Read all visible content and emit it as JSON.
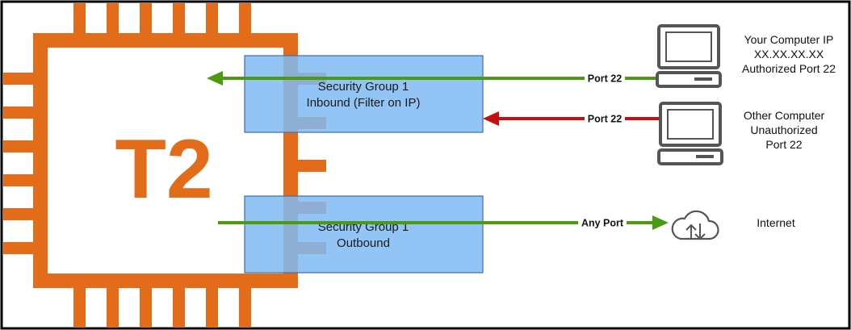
{
  "colors": {
    "chip": "#e36c1a",
    "security_group_fill": "#7fbaf5",
    "security_group_stroke": "#3d6fa6",
    "allowed_arrow": "#4c9a12",
    "blocked_arrow": "#c80e0e",
    "device": "#555555",
    "frame": "#000000"
  },
  "chip": {
    "label": "T2",
    "icon": "ec2-instance-chip-icon"
  },
  "security_groups": [
    {
      "id": "inbound",
      "line1": "Security Group 1",
      "line2": "Inbound (Filter on IP)"
    },
    {
      "id": "outbound",
      "line1": "Security Group 1",
      "line2": "Outbound"
    }
  ],
  "flows": [
    {
      "id": "authorized-inbound",
      "label": "Port 22",
      "status": "allowed",
      "direction": "to-instance"
    },
    {
      "id": "unauthorized-inbound",
      "label": "Port 22",
      "status": "blocked",
      "direction": "to-instance"
    },
    {
      "id": "outbound-internet",
      "label": "Any Port",
      "status": "allowed",
      "direction": "from-instance"
    }
  ],
  "endpoints": [
    {
      "id": "your-computer",
      "icon": "desktop-computer-icon",
      "lines": [
        "Your Computer IP",
        "XX.XX.XX.XX",
        "Authorized Port 22"
      ]
    },
    {
      "id": "other-computer",
      "icon": "desktop-computer-icon",
      "lines": [
        "Other Computer",
        "Unauthorized",
        "Port 22"
      ]
    },
    {
      "id": "internet",
      "icon": "cloud-upload-download-icon",
      "lines": [
        "Internet"
      ]
    }
  ]
}
